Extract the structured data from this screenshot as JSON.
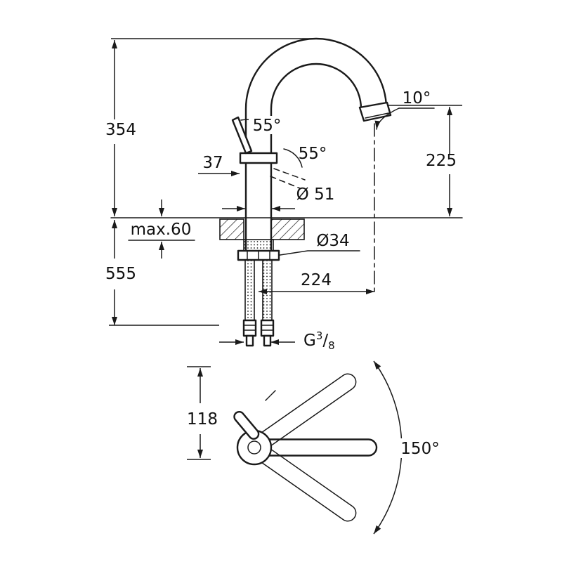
{
  "colors": {
    "line": "#1a1a1a",
    "text": "#111111",
    "background": "#ffffff"
  },
  "side_view": {
    "height_above_deck": "354",
    "height_below": "555",
    "spout_height": "225",
    "spout_angle": "10°",
    "lever_angle_up": "55°",
    "lever_angle_side": "55°",
    "lever_width": "37",
    "body_diameter": "Ø 51",
    "max_deck_thickness": "max.60",
    "hole_diameter": "Ø34",
    "spout_reach": "224",
    "thread": {
      "prefix": "G",
      "numerator": "3",
      "slash": "/",
      "denominator": "8"
    }
  },
  "top_view": {
    "lever_projection": "118",
    "swivel_angle": "150°"
  }
}
